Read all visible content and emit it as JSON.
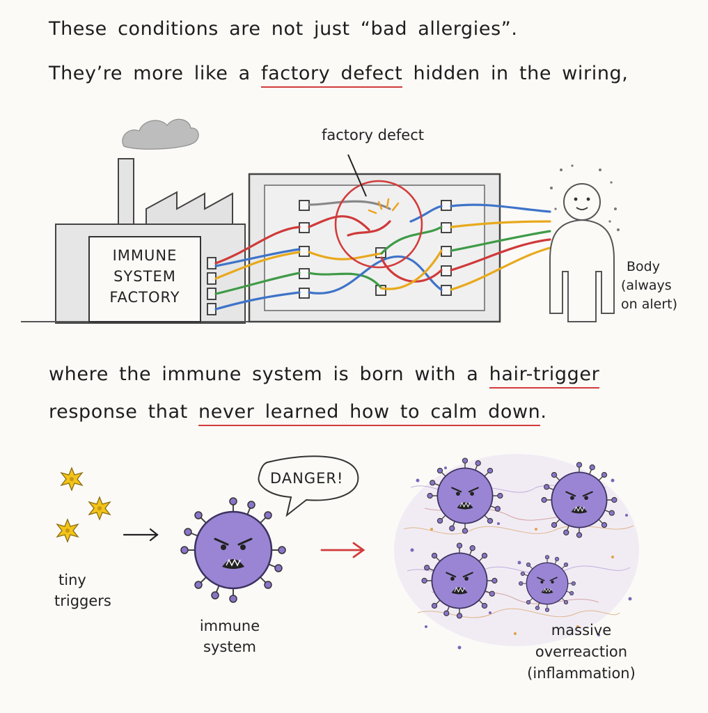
{
  "intro": {
    "line1": "These conditions are not just “bad allergies”.",
    "line2_before": "They’re more like a ",
    "line2_highlight": "factory defect",
    "line2_after": " hidden in the wiring,"
  },
  "factory": {
    "label_line1": "IMMUNE",
    "label_line2": "SYSTEM",
    "label_line3": "FACTORY",
    "defect_label": "factory defect"
  },
  "body_figure": {
    "label_line1": "Body",
    "label_line2": "(always",
    "label_line3": "on alert)"
  },
  "middle": {
    "line1_before": "where the immune system is born with a ",
    "line1_highlight": "hair-trigger",
    "line2_before": "response that ",
    "line2_highlight": "never learned how to calm down",
    "line2_after": "."
  },
  "bottom": {
    "triggers_line1": "tiny",
    "triggers_line2": "triggers",
    "speech": "DANGER!",
    "immune_line1": "immune",
    "immune_line2": "system",
    "reaction_line1": "massive",
    "reaction_line2": "overreaction",
    "reaction_line3": "(inflammation)"
  },
  "colors": {
    "underline_red": "#d23b3b",
    "virus_purple": "#8a74c9",
    "star_yellow": "#f2c418",
    "wire_red": "#cf3a3a",
    "wire_yellow": "#e8a91c",
    "wire_blue": "#3e73c8",
    "wire_green": "#3f9a47"
  }
}
